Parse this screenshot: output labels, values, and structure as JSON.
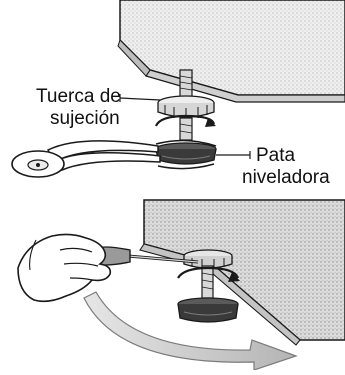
{
  "labels": {
    "lock_nut_line1": "Tuerca de",
    "lock_nut_line2": "sujeción",
    "leveling_leg_line1": "Pata",
    "leveling_leg_line2": "niveladora"
  },
  "colors": {
    "stroke": "#1a1a1a",
    "panel_fill": "#e9e9e9",
    "panel_side": "#cfcfcf",
    "arrow_fill": "#c8c8c8",
    "leg_dark": "#3a3a3a"
  }
}
